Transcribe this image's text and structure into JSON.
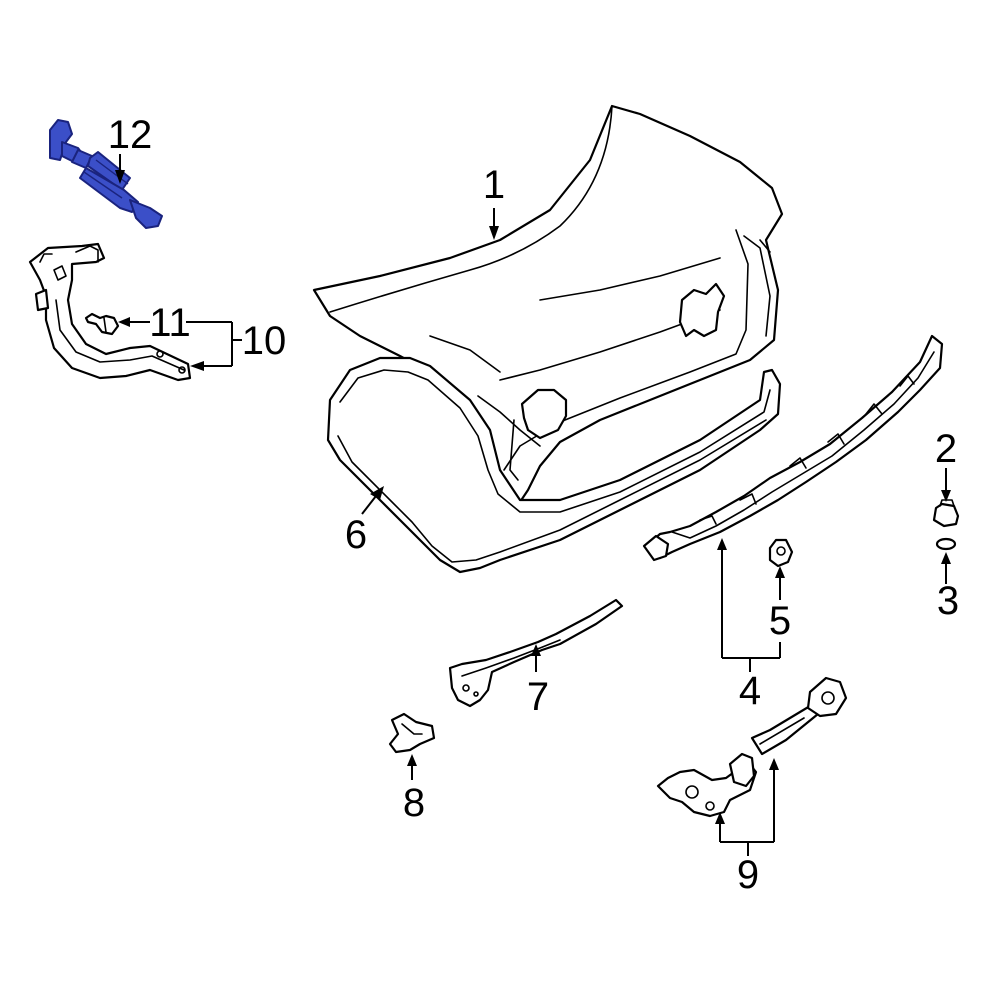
{
  "diagram": {
    "callouts": {
      "c1": "1",
      "c2": "2",
      "c3": "3",
      "c4": "4",
      "c5": "5",
      "c6": "6",
      "c7": "7",
      "c8": "8",
      "c9": "9",
      "c10": "10",
      "c11": "11",
      "c12": "12"
    },
    "highlight_color": "#3b4fc8"
  }
}
